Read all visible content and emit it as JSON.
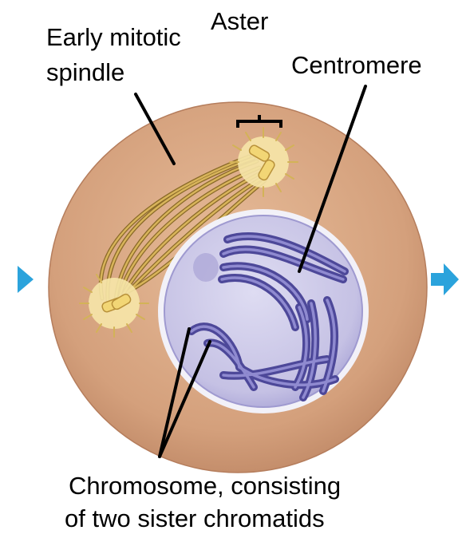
{
  "labels": {
    "spindle_line1": "Early mitotic",
    "spindle_line2": "spindle",
    "aster": "Aster",
    "centromere": "Centromere",
    "chromosome_line1": "Chromosome, consisting",
    "chromosome_line2": "of two sister chromatids"
  },
  "colors": {
    "cell": "#d9a57f",
    "cell_edge": "#bf8563",
    "nucleus": "#c9c5e6",
    "chromatid": "#5a55a8",
    "chromatid_light": "#8f8ad0",
    "spindle": "#c7a24a",
    "centrosome": "#f2d675",
    "arrow": "#2ba3dc"
  },
  "icons": {
    "left_arrow": "arrow-right-icon",
    "right_arrow": "arrow-right-icon"
  }
}
